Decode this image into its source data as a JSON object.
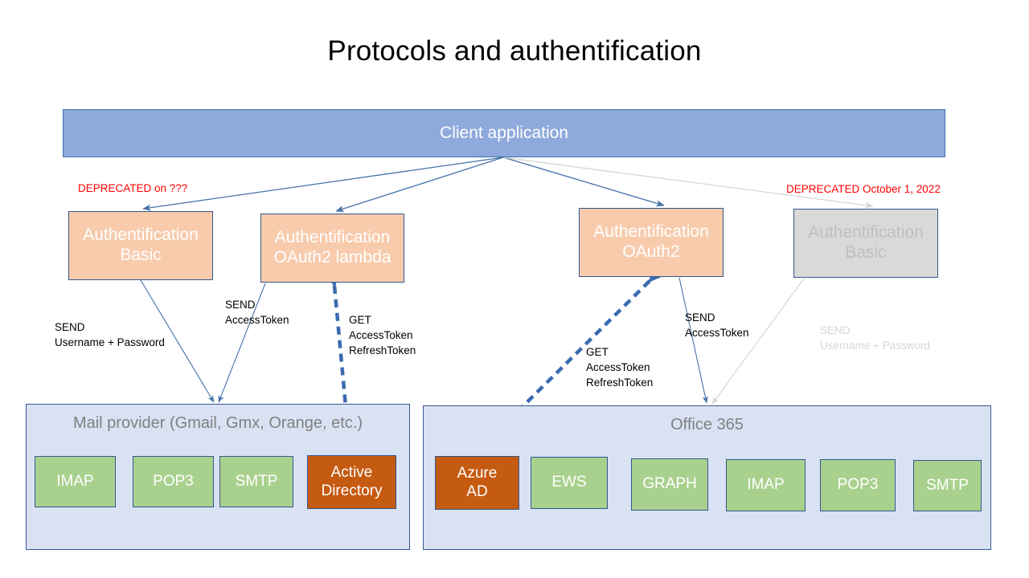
{
  "slide": {
    "title": "Protocols and authentification",
    "colors": {
      "client_app_fill": "#8EA9DB",
      "auth_fill": "#F8CBAD",
      "auth_disabled_fill": "#D9D9D9",
      "provider_fill": "#D9E2F3",
      "service_fill": "#A9D18E",
      "directory_fill": "#C55A11",
      "arrow_blue": "#4472A8",
      "arrow_gray": "#D6D6D6",
      "deprecated_red": "#FF0000"
    }
  },
  "client": {
    "label": "Client application"
  },
  "auth_methods": [
    {
      "line1": "Authentification",
      "line2": "Basic",
      "state": "active"
    },
    {
      "line1": "Authentification",
      "line2": "OAuth2 lambda",
      "state": "active"
    },
    {
      "line1": "Authentification",
      "line2": "OAuth2",
      "state": "active"
    },
    {
      "line1": "Authentification",
      "line2": "Basic",
      "state": "deprecated"
    }
  ],
  "deprecation_labels": [
    {
      "text": "DEPRECATED on ???"
    },
    {
      "text": "DEPRECATED October 1, 2022"
    }
  ],
  "notes": [
    {
      "text": "SEND\nUsername + Password",
      "style": "normal"
    },
    {
      "text": "SEND\nAccessToken",
      "style": "normal"
    },
    {
      "text": "GET\nAccessToken\nRefreshToken",
      "style": "normal"
    },
    {
      "text": "SEND\nAccessToken",
      "style": "normal"
    },
    {
      "text": "GET\nAccessToken\nRefreshToken",
      "style": "normal"
    },
    {
      "text": "SEND\nUsername + Password",
      "style": "faded"
    }
  ],
  "providers": [
    {
      "title": "Mail provider (Gmail, Gmx, Orange, etc.)",
      "services": [
        {
          "line1": "IMAP",
          "line2": "",
          "kind": "protocol"
        },
        {
          "line1": "POP3",
          "line2": "",
          "kind": "protocol"
        },
        {
          "line1": "SMTP",
          "line2": "",
          "kind": "protocol"
        },
        {
          "line1": "Active",
          "line2": "Directory",
          "kind": "directory"
        }
      ]
    },
    {
      "title": "Office 365",
      "services": [
        {
          "line1": "Azure",
          "line2": "AD",
          "kind": "directory"
        },
        {
          "line1": "EWS",
          "line2": "",
          "kind": "protocol"
        },
        {
          "line1": "GRAPH",
          "line2": "",
          "kind": "protocol"
        },
        {
          "line1": "IMAP",
          "line2": "",
          "kind": "protocol"
        },
        {
          "line1": "POP3",
          "line2": "",
          "kind": "protocol"
        },
        {
          "line1": "SMTP",
          "line2": "",
          "kind": "protocol"
        }
      ]
    }
  ]
}
